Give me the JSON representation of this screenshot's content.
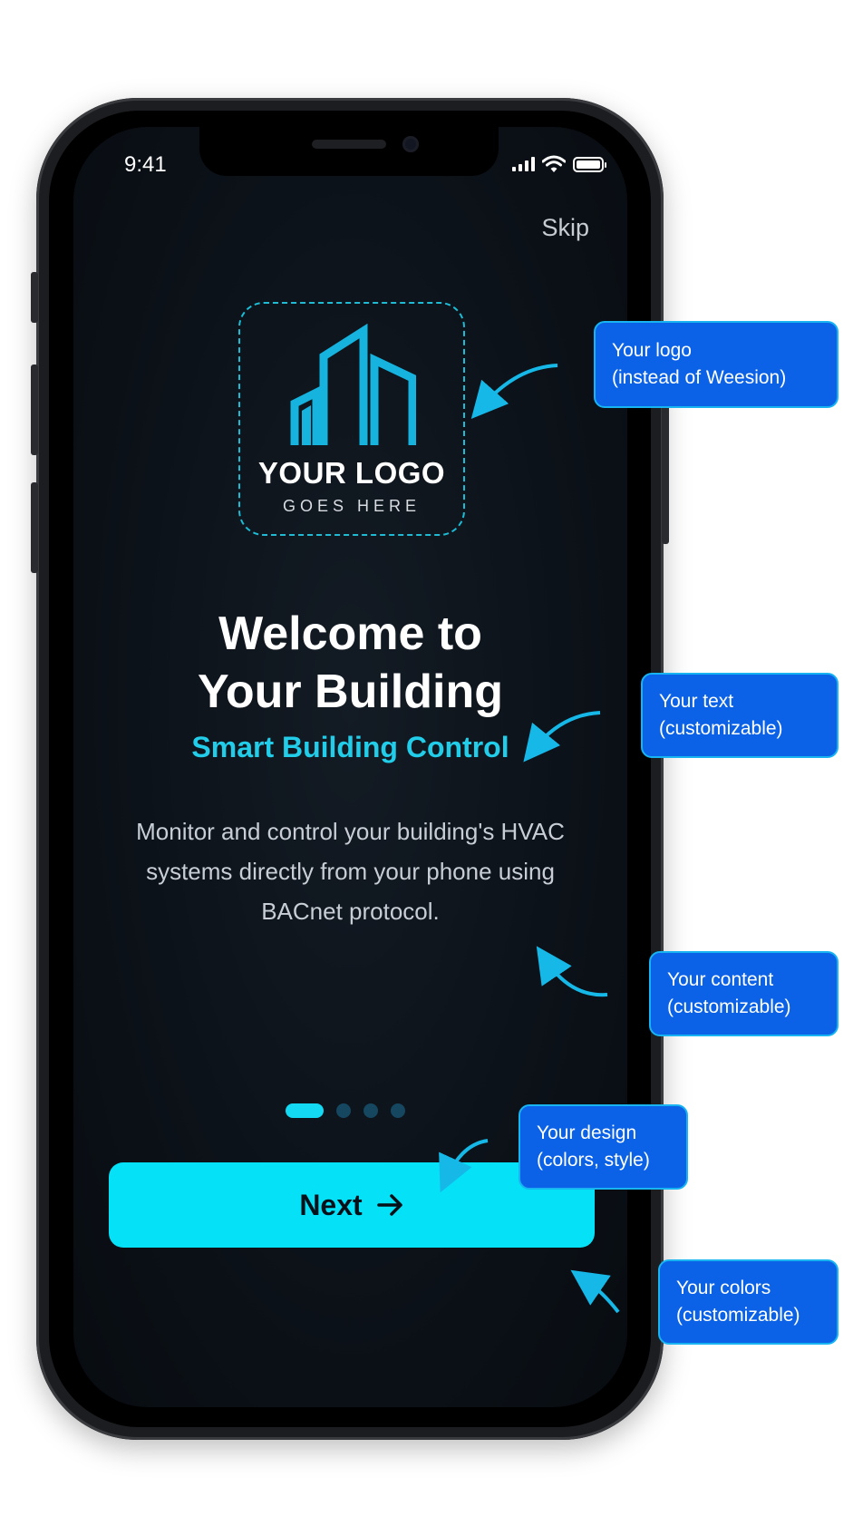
{
  "status_bar": {
    "time": "9:41"
  },
  "skip_label": "Skip",
  "logo": {
    "main": "YOUR LOGO",
    "sub": "GOES HERE"
  },
  "welcome": {
    "title_line1": "Welcome to",
    "title_line2": "Your Building",
    "subtitle": "Smart Building Control",
    "body_line1": "Monitor and control your building's HVAC",
    "body_line2": "systems directly from your phone using",
    "body_line3": "BACnet protocol."
  },
  "pagination": {
    "total": 4,
    "active": 0
  },
  "next_button": {
    "label": "Next",
    "icon": "arrow-right-icon"
  },
  "callouts": {
    "logo": {
      "line1": "Your logo",
      "line2": "(instead of Weesion)"
    },
    "text": {
      "line1": "Your text",
      "line2": "(customizable)"
    },
    "content": {
      "line1": "Your content",
      "line2": "(customizable)"
    },
    "design": {
      "line1": "Your design",
      "line2": "(colors, style)"
    },
    "colors": {
      "line1": "Your colors",
      "line2": "(customizable)"
    }
  },
  "colors": {
    "accent": "#05e1f7",
    "subtitle": "#22cde9",
    "callout_bg": "#0b62e6",
    "screen_bg": "#0c1219"
  }
}
